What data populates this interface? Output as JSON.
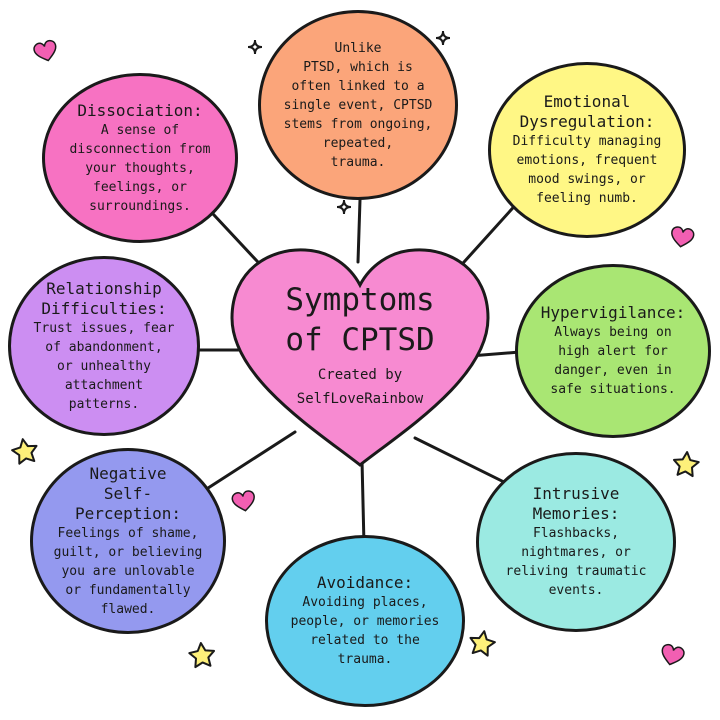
{
  "center": {
    "title_line1": "Symptoms",
    "title_line2": "of CPTSD",
    "credit_line1": "Created by",
    "credit_line2": "SelfLoveRainbow"
  },
  "bubbles": {
    "dissociation": {
      "title": "Dissociation:",
      "text": [
        "A sense of",
        "disconnection from",
        "your thoughts,",
        "feelings, or",
        "surroundings."
      ],
      "color": "#f772c2"
    },
    "intro": {
      "title": "",
      "text": [
        "Unlike",
        "PTSD, which is",
        "often linked to a",
        "single event, CPTSD",
        "stems from ongoing,",
        "repeated,",
        "trauma."
      ],
      "color": "#fba57a"
    },
    "emotional": {
      "title": "Emotional\nDysregulation:",
      "text": [
        "Difficulty managing",
        "emotions, frequent",
        "mood swings, or",
        "feeling numb."
      ],
      "color": "#fff785"
    },
    "relationship": {
      "title": "Relationship\nDifficulties:",
      "text": [
        "Trust issues, fear",
        "of abandonment,",
        "or unhealthy",
        "attachment",
        "patterns."
      ],
      "color": "#cc8ef2"
    },
    "hypervigilance": {
      "title": "Hypervigilance:",
      "text": [
        "Always being on",
        "high alert for",
        "danger, even in",
        "safe situations."
      ],
      "color": "#a9e673"
    },
    "negative": {
      "title": "Negative\nSelf-Perception:",
      "text": [
        "Feelings of shame,",
        "guilt, or believing",
        "you are unlovable",
        "or fundamentally",
        "flawed."
      ],
      "color": "#9499ef"
    },
    "avoidance": {
      "title": "Avoidance:",
      "text": [
        "Avoiding places,",
        "people, or memories",
        "related to the",
        "trauma."
      ],
      "color": "#63cfee"
    },
    "intrusive": {
      "title": "Intrusive\nMemories:",
      "text": [
        "Flashbacks,",
        "nightmares, or",
        "reliving traumatic",
        "events."
      ],
      "color": "#9beae2"
    }
  },
  "decor_colors": {
    "heart": "#f25fb2",
    "center_heart": "#f78ad1",
    "star": "#fdf07a"
  }
}
